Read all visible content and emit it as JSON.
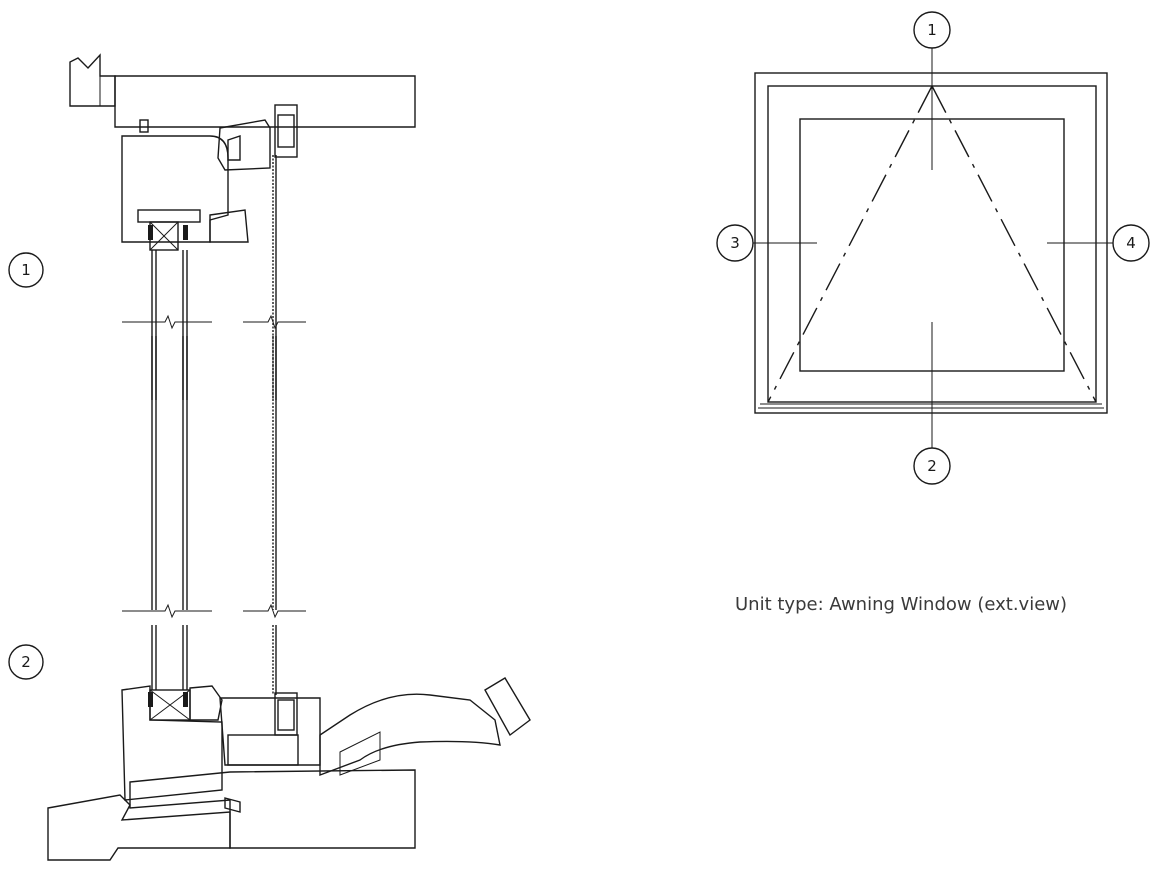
{
  "section_markers": {
    "top": "1",
    "bottom": "2"
  },
  "elevation_markers": {
    "top": "1",
    "bottom": "2",
    "left": "3",
    "right": "4"
  },
  "caption": "Unit type: Awning Window (ext.view)"
}
